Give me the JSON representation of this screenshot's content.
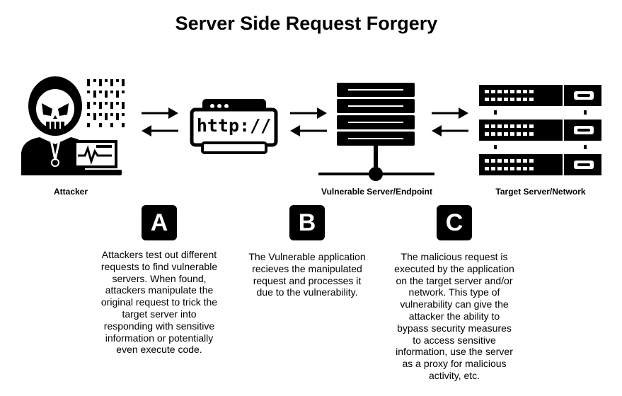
{
  "title": "Server Side Request Forgery",
  "nodes": {
    "attacker": "Attacker",
    "vulnerable_server": "Vulnerable Server/Endpoint",
    "target_server": "Target Server/Network"
  },
  "http_label": "http://",
  "steps": [
    {
      "letter": "A",
      "text": "Attackers test out different requests to find vulnerable servers. When found, attackers manipulate the original request to trick the target server into responding with sensitive information or potentially even execute code."
    },
    {
      "letter": "B",
      "text": "The Vulnerable application recieves the manipulated request and processes it due to the vulnerability."
    },
    {
      "letter": "C",
      "text": "The malicious request is executed by the application on the target server and/or network. This type of vulnerability can give the attacker the ability to bypass security measures to access sensitive information, use the server as a proxy for malicious activity, etc."
    }
  ],
  "colors": {
    "foreground": "#000000",
    "background": "#ffffff"
  }
}
